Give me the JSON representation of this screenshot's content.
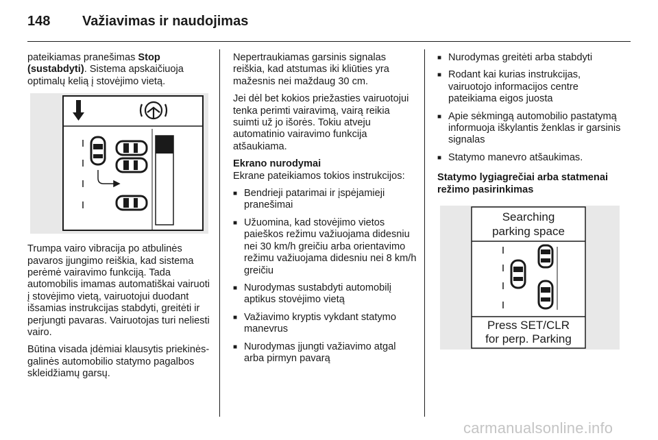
{
  "header": {
    "page_number": "148",
    "title": "Važiavimas ir naudojimas"
  },
  "col1": {
    "p1_before": "pateikiamas pranešimas ",
    "p1_bold": "Stop (sustabdyti)",
    "p1_after": ". Sistema apskaičiuoja optimalų kelią į stovėjimo vietą.",
    "p2": "Trumpa vairo vibracija po atbulinės pavaros įjungimo reiškia, kad sistema perėmė vairavimo funkciją. Tada automobilis imamas automatiškai vairuoti į stovėjimo vietą, vairuotojui duodant išsamias instrukcijas stabdyti, greitėti ir perjungti pavaras. Vairuotojas turi neliesti vairo.",
    "p3": "Būtina visada įdėmiai klausytis priekinės-galinės automobilio statymo pagalbos skleidžiamų garsų."
  },
  "col2": {
    "p1": "Nepertraukiamas garsinis signalas reiškia, kad atstumas iki kliūties yra mažesnis nei maždaug 30 cm.",
    "p2": "Jei dėl bet kokios priežasties vairuotojui tenka perimti vairavimą, vairą reikia suimti už jo išorės. Tokiu atveju automatinio vairavimo funkcija atšaukiama.",
    "heading": "Ekrano nurodymai",
    "intro": "Ekrane pateikiamos tokios instrukcijos:",
    "bullets": [
      "Bendrieji patarimai ir įspėjamieji pranešimai",
      "Užuomina, kad stovėjimo vietos paieškos režimu važiuojama didesniu nei 30 km/h greičiu arba orientavimo režimu važiuojama didesniu nei 8 km/h greičiu",
      "Nurodymas sustabdyti automobilį aptikus stovėjimo vietą",
      "Važiavimo kryptis vykdant statymo manevrus",
      "Nurodymas įjungti važiavimo atgal arba pirmyn pavarą"
    ]
  },
  "col3": {
    "bullets": [
      "Nurodymas greitėti arba stabdyti",
      "Rodant kai kurias instrukcijas, vairuotojo informacijos centre pateikiama eigos juosta",
      "Apie sėkmingą automobilio pastatymą informuoja iškylantis ženklas ir garsinis signalas",
      "Statymo manevro atšaukimas."
    ],
    "heading": "Statymo lygiagrečiai arba statmenai režimo pasirinkimas",
    "figure": {
      "top_line1": "Searching",
      "top_line2": "parking space",
      "bottom_line1": "Press SET/CLR",
      "bottom_line2": "for perp. Parking"
    }
  },
  "watermark": "carmanualsonline.info"
}
